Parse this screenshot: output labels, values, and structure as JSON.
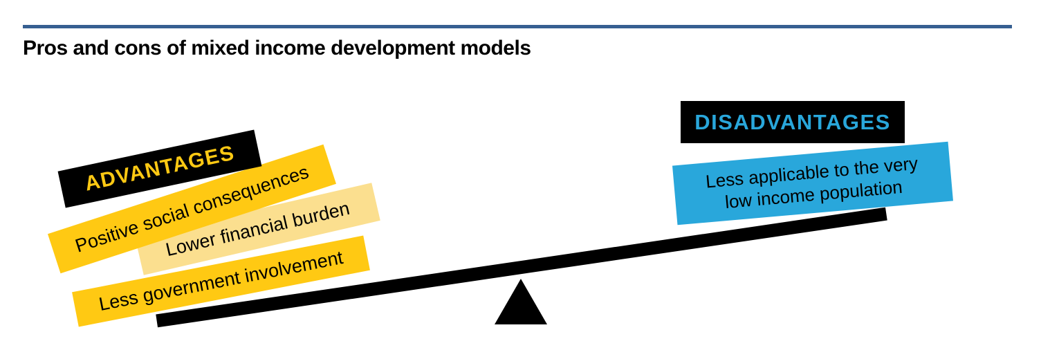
{
  "title": "Pros and cons of mixed income development models",
  "colors": {
    "accent_line": "#365F91",
    "yellow": "#FFC913",
    "pale_yellow": "#FBDF8F",
    "blue": "#29A7DB",
    "ink": "#000000"
  },
  "diagram": {
    "type": "seesaw-balance",
    "tilt": "left side down (advantages outweigh disadvantages)",
    "advantages": {
      "header": "ADVANTAGES",
      "items": [
        {
          "label": "Positive social consequences",
          "style": "yellow"
        },
        {
          "label": "Lower financial burden",
          "style": "pale_yellow"
        },
        {
          "label": "Less government involvement",
          "style": "yellow"
        }
      ]
    },
    "disadvantages": {
      "header": "DISADVANTAGES",
      "item": {
        "label": "Less applicable to the very low income population",
        "style": "blue",
        "lines": [
          "Less applicable to the very",
          "low income population"
        ]
      }
    }
  }
}
